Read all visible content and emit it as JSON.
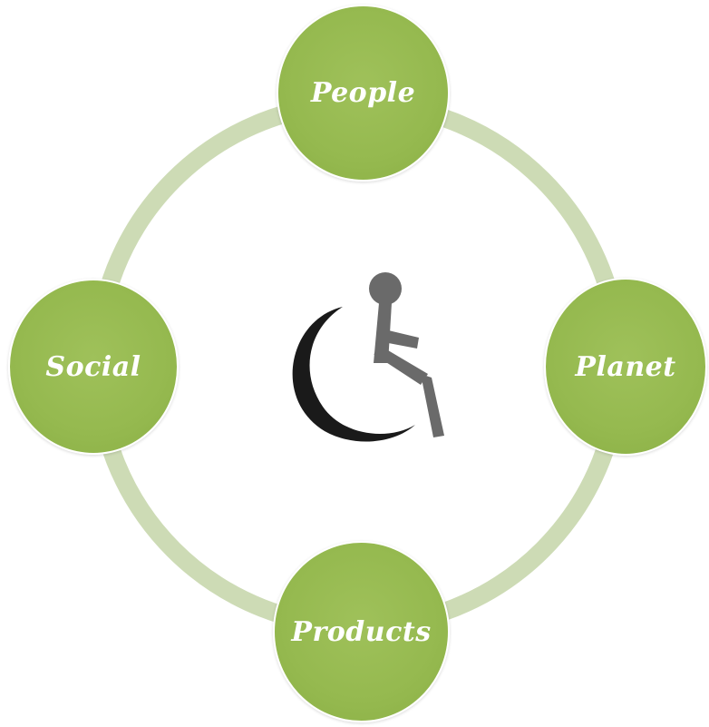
{
  "diagram": {
    "center_icon": "wheelchair-accessibility-icon",
    "nodes": [
      {
        "id": "people",
        "label": "People"
      },
      {
        "id": "planet",
        "label": "Planet"
      },
      {
        "id": "products",
        "label": "Products"
      },
      {
        "id": "social",
        "label": "Social"
      }
    ]
  },
  "colors": {
    "node_fill": "#95b94f",
    "ring": "#cddbb5",
    "icon_dark": "#1a1a1a",
    "icon_gray": "#6a6a6a"
  }
}
